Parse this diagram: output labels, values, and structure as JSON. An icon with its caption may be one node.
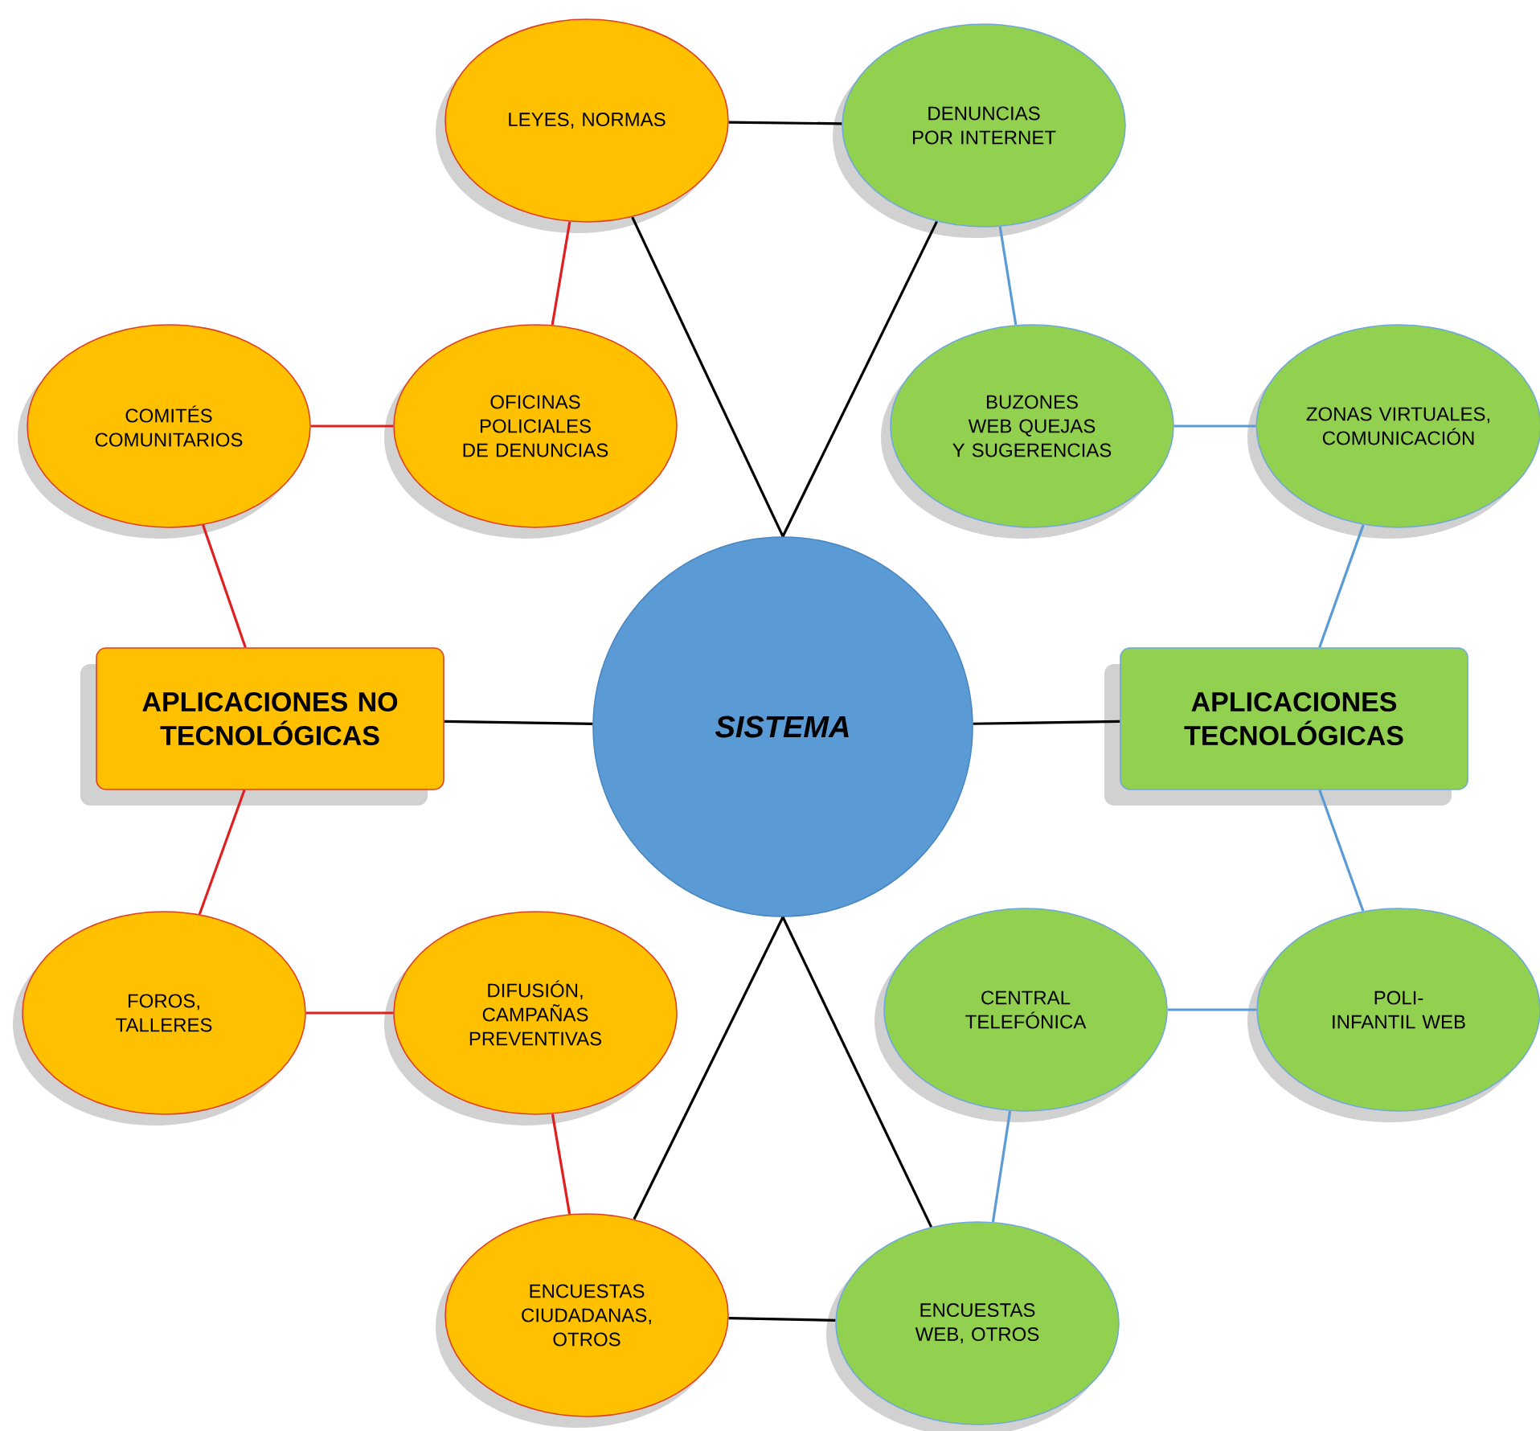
{
  "diagram": {
    "nodes": [
      {
        "text": [
          "LEYES, NORMAS"
        ]
      },
      {
        "text": [
          "DENUNCIAS POR INTERNET"
        ]
      },
      {
        "text": [
          "COMITÉS COMUNITARIOS"
        ]
      },
      {
        "text": [
          "OFICINAS POLICIALES DE DENUNCIAS"
        ]
      },
      {
        "text": [
          "BUZONES WEB QUEJAS Y SUGERENCIAS"
        ]
      },
      {
        "text": [
          "ZONAS VIRTUALES, COMUNICACIÓN"
        ]
      },
      {
        "text": [
          "APLICACIONES NO TECNOLÓGICAS"
        ]
      },
      {
        "text": [
          "SISTEMA"
        ]
      },
      {
        "text": [
          "APLICACIONES TECNOLÓGICAS"
        ]
      },
      {
        "text": [
          "FOROS, TALLERES"
        ]
      },
      {
        "text": [
          "DIFUSIÓN, CAMPAÑAS PREVENTIVAS"
        ]
      },
      {
        "text": [
          "CENTRAL TELEFÓNICA"
        ]
      },
      {
        "text": [
          "POLI-INFANTIL WEB"
        ]
      },
      {
        "text": [
          "ENCUESTAS CIUDADANAS, OTROS"
        ]
      },
      {
        "text": [
          "ENCUESTAS WEB, OTROS"
        ]
      }
    ],
    "edges": [
      {
        "from": 0,
        "to": 1,
        "arrow": "none"
      },
      {
        "from": 0,
        "to": 7,
        "arrow": "none"
      },
      {
        "from": 1,
        "to": 7,
        "arrow": "none"
      },
      {
        "from": 0,
        "to": 3,
        "arrow": "none",
        "color": "#e02020"
      },
      {
        "from": 1,
        "to": 4,
        "arrow": "none",
        "color": "#5b9bd5"
      },
      {
        "from": 2,
        "to": 3,
        "arrow": "none",
        "color": "#e02020"
      },
      {
        "from": 4,
        "to": 5,
        "arrow": "none",
        "color": "#5b9bd5"
      },
      {
        "from": 2,
        "to": 6,
        "arrow": "none",
        "color": "#e02020"
      },
      {
        "from": 5,
        "to": 8,
        "arrow": "none",
        "color": "#5b9bd5"
      },
      {
        "from": 6,
        "to": 7,
        "arrow": "none"
      },
      {
        "from": 7,
        "to": 8,
        "arrow": "none"
      },
      {
        "from": 6,
        "to": 9,
        "arrow": "none",
        "color": "#e02020"
      },
      {
        "from": 8,
        "to": 12,
        "arrow": "none",
        "color": "#5b9bd5"
      },
      {
        "from": 9,
        "to": 10,
        "arrow": "none",
        "color": "#e02020"
      },
      {
        "from": 11,
        "to": 12,
        "arrow": "none",
        "color": "#5b9bd5"
      },
      {
        "from": 10,
        "to": 13,
        "arrow": "none",
        "color": "#e02020"
      },
      {
        "from": 11,
        "to": 14,
        "arrow": "none",
        "color": "#5b9bd5"
      },
      {
        "from": 7,
        "to": 13,
        "arrow": "none"
      },
      {
        "from": 7,
        "to": 14,
        "arrow": "none"
      },
      {
        "from": 13,
        "to": 14,
        "arrow": "none"
      }
    ]
  }
}
